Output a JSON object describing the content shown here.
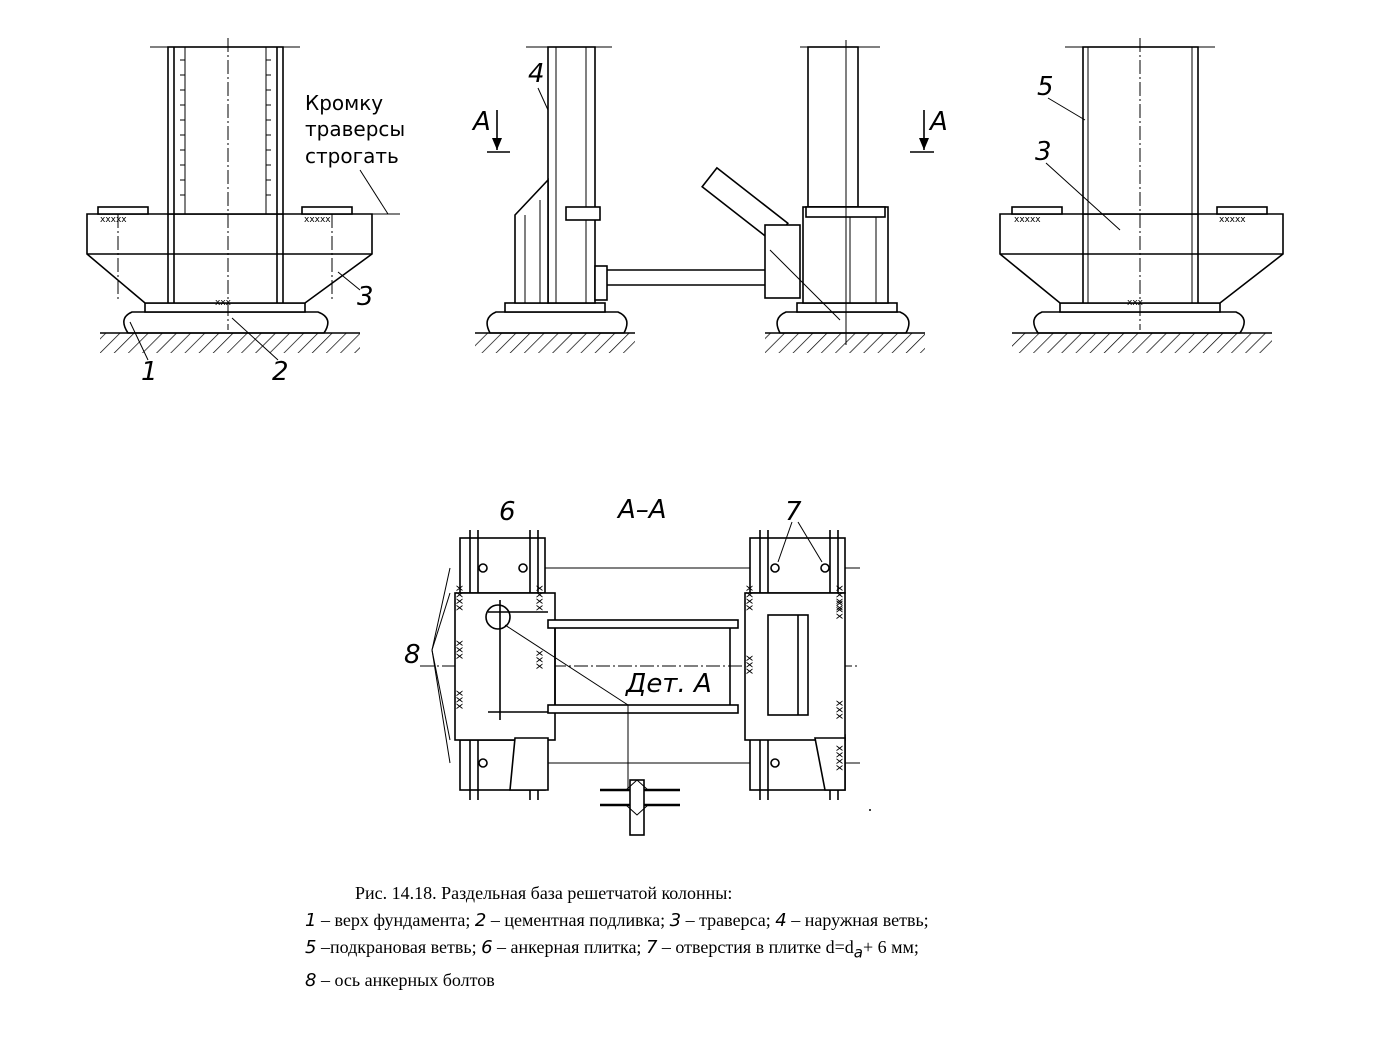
{
  "labels": {
    "planing_note_line1": "Кромку",
    "planing_note_line2": "траверсы",
    "planing_note_line3": "строгать",
    "n1": "1",
    "n2": "2",
    "n3": "3",
    "n4": "4",
    "n5": "5",
    "n6": "6",
    "n7": "7",
    "n8": "8",
    "n3b": "3",
    "section_mark_left": "А",
    "section_mark_right": "А",
    "section_title": "А–А",
    "detail": "Дет. А"
  },
  "caption": {
    "title": "Рис. 14.18.  Раздельная база решетчатой колонны:",
    "item1_num": "1",
    "item1_text": " – верх фундамента; ",
    "item2_num": "2",
    "item2_text": " – цементная подливка;  ",
    "item3_num": "3",
    "item3_text": " – траверса; ",
    "item4_num": "4",
    "item4_text": " – наружная ветвь;",
    "item5_num": "5",
    "item5_text": " –подкрановая ветвь;  ",
    "item6_num": "6",
    "item6_text": " – анкерная плитка; ",
    "item7_num": "7",
    "item7_text": " – отверстия в плитке d=d",
    "item7_sub": "a",
    "item7_tail": "+ 6 мм;",
    "item8_num": "8",
    "item8_text": " – ось анкерных болтов"
  }
}
